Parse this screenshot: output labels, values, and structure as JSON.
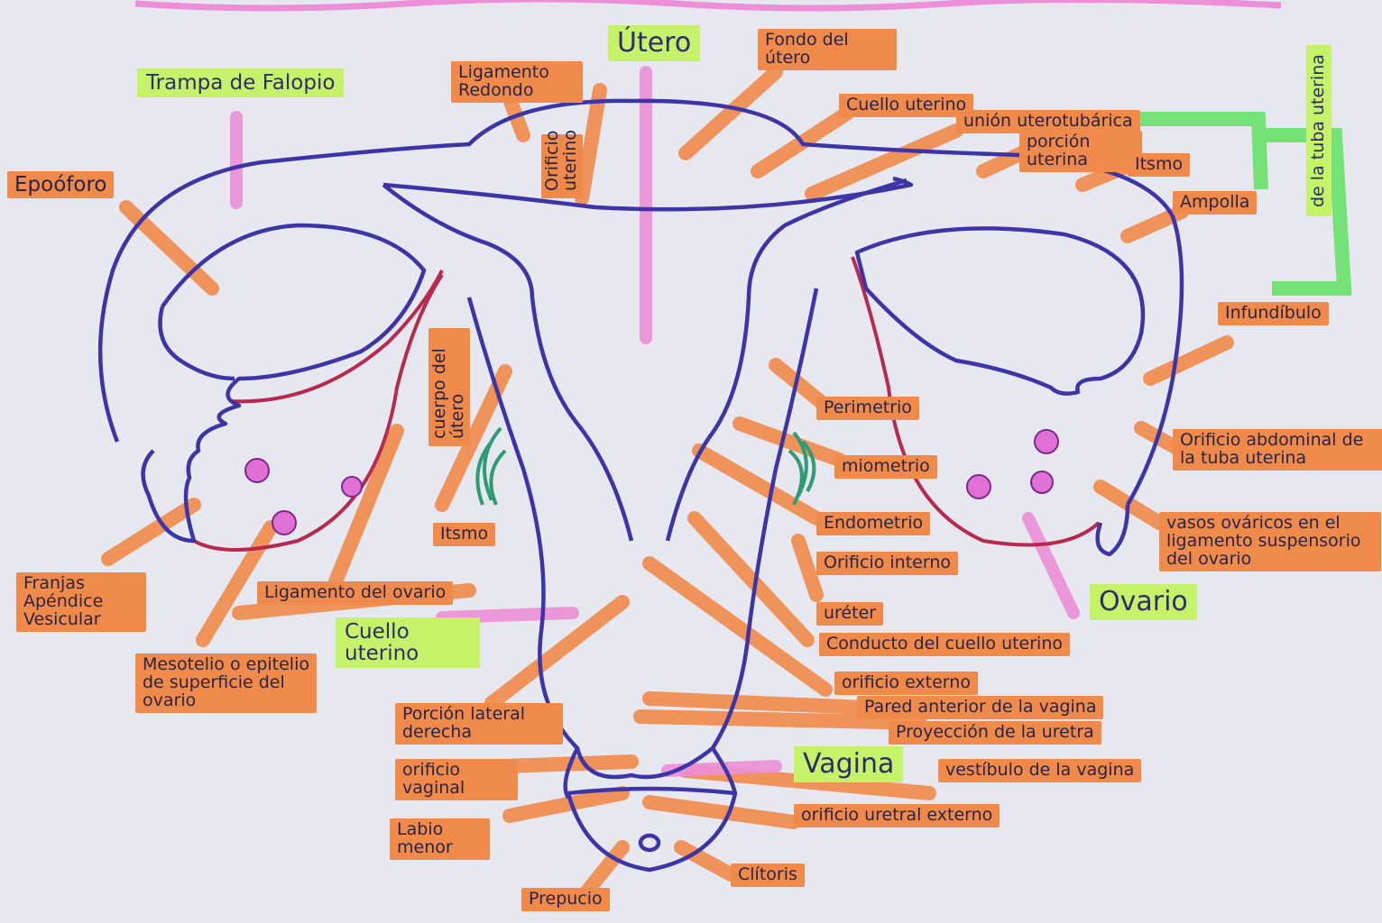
{
  "colors": {
    "paper": "#e6e7ef",
    "outline_blue": "#3d34a8",
    "outline_red": "#b8294e",
    "label_orange": "#f08a4b",
    "label_green": "#c6f26a",
    "pointer_pink": "#ec8fd8",
    "muscle_green": "#2e9b72"
  },
  "labels": {
    "utero": "Útero",
    "trompa": "Trampa de Falopio",
    "ligamento_redondo": "Ligamento Redondo",
    "orificio_uterino": "Orificio uterino",
    "fondo_utero": "Fondo del útero",
    "cuello_uterino_top": "Cuello uterino",
    "union_uterotubarica": "unión uterotubárica",
    "porcion_uterina": "porción uterina",
    "istmo_right": "Itsmo",
    "ampolla": "Ampolla",
    "tuba_uterina": "de la tuba uterina",
    "epooforo": "Epoóforo",
    "infundibulo": "Infundíbulo",
    "cuerpo_utero": "cuerpo del útero",
    "perimetrio": "Perimetrio",
    "miometrio": "miometrio",
    "endometrio": "Endometrio",
    "orificio_abdominal": "Orificio abdominal de la tuba uterina",
    "istmo_left": "Itsmo",
    "vasos_ovaricos": "vasos ováricos en el ligamento suspensorio del ovario",
    "orificio_interno": "Orificio interno",
    "ovario": "Ovario",
    "franjas": "Franjas Apéndice Vesicular",
    "ligamento_ovario": "Ligamento del ovario",
    "ureter": "uréter",
    "cuello_uterino_bottom": "Cuello uterino",
    "conducto_cuello": "Conducto del cuello uterino",
    "mesotelio": "Mesotelio o epitelio de superficie del ovario",
    "orificio_externo": "orificio externo",
    "porcion_lateral": "Porción lateral derecha",
    "pared_anterior": "Pared anterior de la vagina",
    "proyeccion_uretra": "Proyección de la uretra",
    "orificio_vaginal": "orificio vaginal",
    "vagina": "Vagina",
    "vestibulo": "vestíbulo de la vagina",
    "orificio_uretral": "orificio uretral externo",
    "labio_menor": "Labio menor",
    "clitoris": "Clítoris",
    "prepucio": "Prepucio"
  }
}
